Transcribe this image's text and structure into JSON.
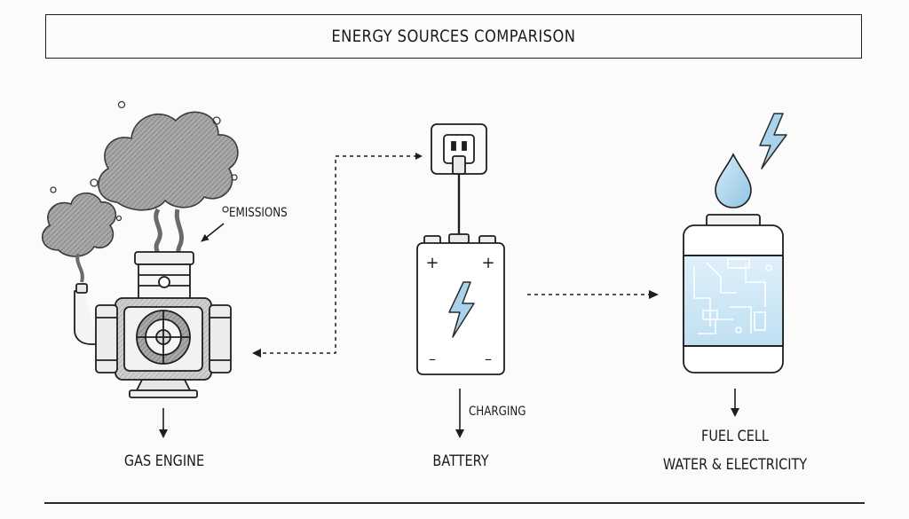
{
  "title": "ENERGY SOURCES COMPARISON",
  "labels": {
    "emissions": "EMISSIONS",
    "charging": "CHARGING",
    "gas_engine": "GAS ENGINE",
    "battery": "BATTERY",
    "fuel_cell": "FUEL CELL",
    "fuel_cell_output": "WATER & ELECTRICITY"
  },
  "battery_terminals": {
    "plus": "+",
    "minus": "–"
  },
  "colors": {
    "ink": "#1e1e1e",
    "smoke": "#8c8c8c",
    "water_blue": "#a9d3ea",
    "bolt_blue": "#7ebfe2",
    "panel_blue": "#cfe8f5"
  },
  "icons": [
    "smoke-cloud-icon",
    "engine-icon",
    "wall-outlet-icon",
    "plug-icon",
    "battery-icon",
    "lightning-bolt-icon",
    "water-drop-icon",
    "fuel-cell-icon"
  ]
}
